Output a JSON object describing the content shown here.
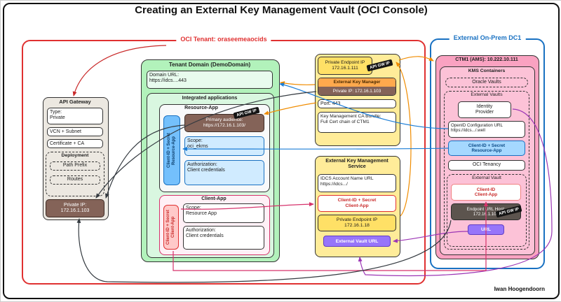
{
  "title": "Creating an External Key Management Vault (OCI Console)",
  "signature": "Iwan Hoogendoorn",
  "colors": {
    "red": "#e03131",
    "blue": "#1971c2",
    "green-bg": "#b2f2bb",
    "green-inner": "#d9f7e0",
    "yellow-bg": "#ffec99",
    "yellow-dark": "#ffe066",
    "pink-bg": "#faa2c1",
    "pink-inner": "#fcc2d7",
    "brown": "#846358",
    "purple": "#9775fa",
    "arrow-orange": "#f08c00",
    "arrow-blue": "#1c7ed6",
    "arrow-purple": "#9c36b5",
    "arrow-pink": "#d6336c",
    "arrow-dark": "#343a40",
    "arrow-red": "#c92a2a"
  },
  "tenant": {
    "label": "OCI Tenant: oraseemeaocids"
  },
  "api_gateway": {
    "title": "API Gateway",
    "type": "Type:\nPrivate",
    "vcn": "VCN + Subnet",
    "cert": "Certificate + CA",
    "deployment": "Deployment",
    "path_prefix": "Path Prefix",
    "routes": "Routes",
    "private_ip": "Private IP:\n172.16.1.103"
  },
  "tenant_domain": {
    "title": "Tenant Domain (DemoDomain)",
    "domain_url": "Domain URL:\nhttps://idcs....443",
    "integrated_apps_title": "Integrated applications",
    "resource_app": {
      "title": "Resource-App",
      "api_gw_tag": "API GW IP",
      "primary_audience": "Primary audience:\nhttps://172.16.1.103/",
      "client_secret": "Client-ID + Secret\nResource-App",
      "scope": "Scope:\noci_ekms",
      "authorization": "Authorization:\nClient credentials"
    },
    "client_app": {
      "title": "Client-App",
      "client_secret": "Client-ID + Secret\nClient-App",
      "scope": "Scope:\nResource App",
      "authorization": "Authorization:\nClient credentials"
    }
  },
  "endpoint_panel": {
    "private_endpoint": "Private Endpoint IP\n172.16.1.111",
    "api_gw_tag": "API GW IP",
    "ekm_title": "External Key Manager",
    "ekm_private_ip": "Private IP: 172.16.1.103",
    "port": "Port: 443",
    "ca_bundle": "Key Management CA Bundle:\nFull Cert chain of CTM1"
  },
  "ekms_service": {
    "title": "External Key Management\nService",
    "idcs_url": "IDCS Account Name URL\nhttps://idcs.../",
    "client_secret": "Client-ID + Secret\nClient-App",
    "private_endpoint": "Private Endpoint IP\n172.16.1.18",
    "vault_url_button": "External Vault URL"
  },
  "external_dc": {
    "label": "External On-Prem DC1",
    "ctm_title": "CTM1 (AMS): 10.222.10.111",
    "kms_title": "KMS Containers",
    "oracle_vaults": "Oracle Vaults",
    "external_vaults_title": "External Vaults",
    "identity_provider": "Identity\nProvider",
    "openid_url": "OpenID Configuration URL\nhttps://idcs.../.well",
    "client_secret": "Client-ID + Secret\nResource-App",
    "oci_tenancy": "OCI Tenancy",
    "external_vault": {
      "title": "External Vault",
      "client_id": "Client-ID\nClient-App",
      "endpoint_host": "Endpoint URL Host:\n172.16.1.103",
      "api_gw_tag": "API GW IP",
      "url_button": "URL"
    }
  }
}
